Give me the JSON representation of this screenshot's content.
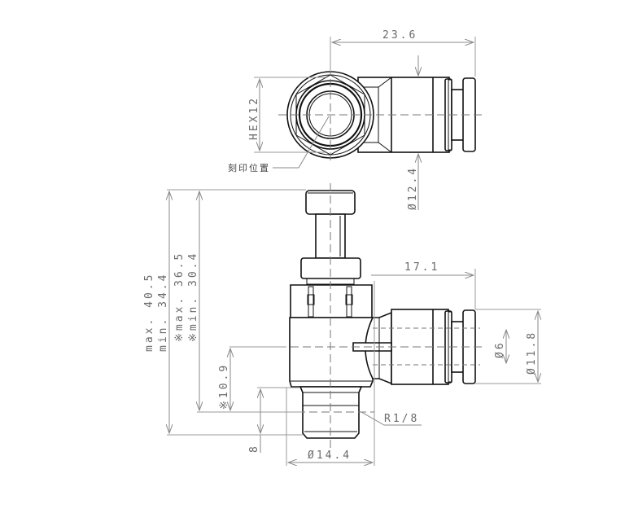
{
  "drawing": {
    "type": "technical-drawing",
    "subject": "Speed controller elbow fitting",
    "colors": {
      "outline": "#111111",
      "dimension": "#8a8a8a",
      "text": "#6a6a6a",
      "background": "#ffffff"
    },
    "top_view": {
      "dimensions": {
        "overall_length": "23.6",
        "hex": "HEX12",
        "tube_od": "Ø12.4"
      },
      "annotation": "刻印位置"
    },
    "front_view": {
      "dimensions": {
        "height_total_max": "max. 40.5",
        "height_total_min": "min. 34.4",
        "height_body_max": "※max. 36.5",
        "height_body_min": "※min. 30.4",
        "center_height": "※10.9",
        "thread_length": "8",
        "body_diameter": "Ø14.4",
        "thread": "R1/8",
        "port_length": "17.1",
        "tube_id": "Ø6",
        "release_ring_od": "Ø11.8"
      }
    }
  }
}
